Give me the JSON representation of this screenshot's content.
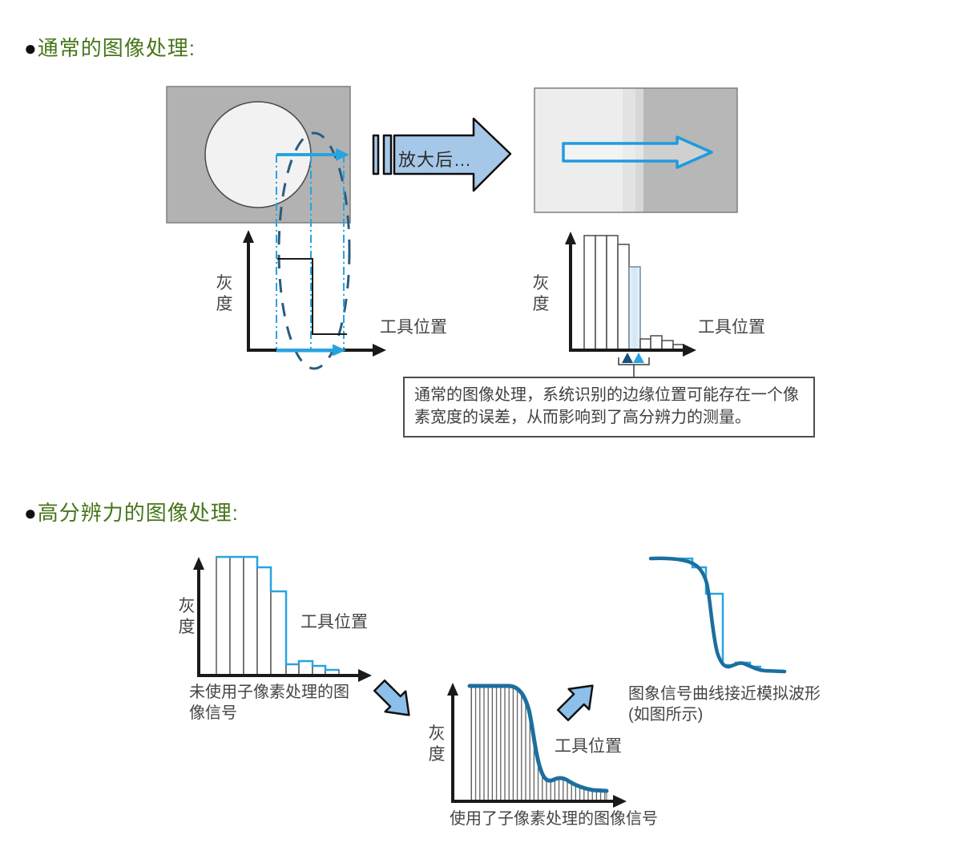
{
  "colors": {
    "accent_blue": "#29a3e0",
    "dark_curve_blue": "#1b6f9e",
    "navy_dashed": "#2b5c7e",
    "block_arrow_fill": "#a6c8e8",
    "flow_arrow_fill": "#8cc0ea",
    "highlight_bar_fill": "#d9eaf7",
    "title_green": "#47761a",
    "image_gray": "#b2b2b2",
    "text_gray": "#454545"
  },
  "s1": {
    "bullet": "●",
    "title": "通常的图像处理:",
    "magnify_label": "放大后…",
    "left_chart": {
      "y_label": "灰度",
      "x_label": "工具位置"
    },
    "right_chart": {
      "y_label": "灰度",
      "x_label": "工具位置"
    },
    "note": "通常的图像处理，系统识别的边缘位置可能存在一个像素宽度的误差，从而影响到了高分辨力的测量。"
  },
  "s2": {
    "bullet": "●",
    "title": "高分辨力的图像处理:",
    "before_chart": {
      "y_label": "灰度",
      "x_label": "工具位置",
      "caption": "未使用子像素处理的图像信号"
    },
    "after_chart": {
      "y_label": "灰度",
      "x_label": "工具位置",
      "caption": "使用了子像素处理的图像信号"
    },
    "result": {
      "caption_line1": "图象信号曲线接近模拟波形",
      "caption_line2": "(如图所示)"
    }
  }
}
